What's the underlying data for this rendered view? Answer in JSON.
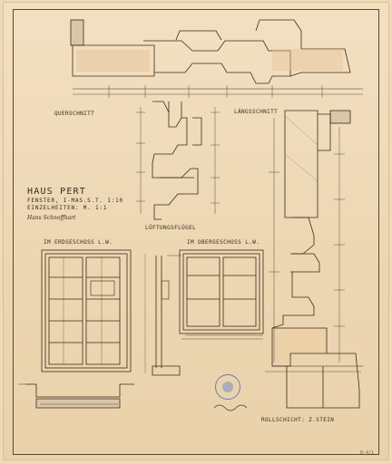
{
  "title": "HAUS PERT",
  "subtitle_1": "FENSTER, I-MAS.S.T. 1:10",
  "subtitle_2": "EINZELHEITEN: M. 1:1",
  "signature": "Hans Schnoffhart",
  "labels": {
    "querschnitt": "QUERSCHNITT",
    "laengsschnitt": "LÄNGSSCHNITT",
    "lueftungsfluegel": "LÜFTUNGSFLÜGEL",
    "erdgeschoss": "IM ERDGESCHOSS L.W.",
    "obergeschoss": "IM OBERGESCHOSS L.W.",
    "rollschicht": "ROLLSCHICHT: Z.STEIN"
  },
  "corner_mark": "B-4/1"
}
